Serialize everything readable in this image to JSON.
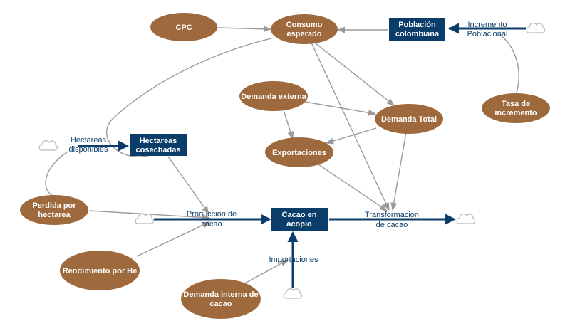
{
  "nodes": {
    "cpc": "CPC",
    "consumo_1": "Consumo",
    "consumo_2": "esperado",
    "poblacion_1": "Población",
    "poblacion_2": "colombiana",
    "incremento_1": "Incremento",
    "incremento_2": "Poblacional",
    "tasa_1": "Tasa de",
    "tasa_2": "incremento",
    "demanda_externa": "Demanda externa",
    "demanda_total": "Demanda Total",
    "exportaciones": "Exportaciones",
    "hect_disp_1": "Hectareas",
    "hect_disp_2": "disponibles",
    "hect_cos_1": "Hectareas",
    "hect_cos_2": "cosechadas",
    "perdida_1": "Perdida por",
    "perdida_2": "hectarea",
    "produccion_1": "Producción de",
    "produccion_2": "cacao",
    "cacao_acopio_1": "Cacao en",
    "cacao_acopio_2": "acopio",
    "transformacion_1": "Transformacion",
    "transformacion_2": "de cacao",
    "rendimiento": "Rendimiento por He",
    "importaciones": "Importaciones",
    "demanda_interna_1": "Demanda interna de",
    "demanda_interna_2": "cacao"
  },
  "colors": {
    "auxiliary": "#9e6a3d",
    "stock": "#0b3d6b",
    "link": "#9a9a9a",
    "flow": "#0b3d6b"
  }
}
